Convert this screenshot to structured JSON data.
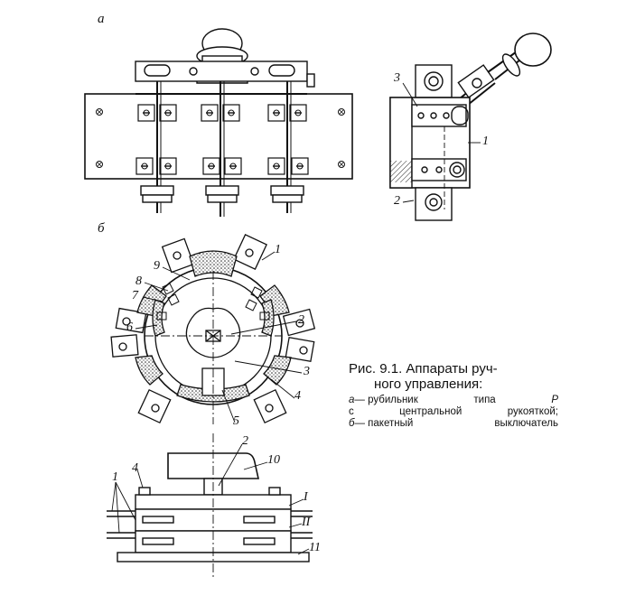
{
  "figure": {
    "panel_labels": {
      "a": "а",
      "b": "б"
    },
    "caption": {
      "title_line1": "Рис. 9.1. Аппараты руч-",
      "title_line2": "ного управления:",
      "item_a": {
        "letter": "а",
        "words_line1": [
          "— рубильник",
          "типа",
          "Р"
        ],
        "words_line2": [
          "с",
          "центральной",
          "рукояткой;"
        ]
      },
      "item_b": {
        "letter": "б",
        "words": [
          "— пакетный",
          "выключатель"
        ]
      }
    },
    "callouts": {
      "side_view": [
        "3",
        "1",
        "2"
      ],
      "packet_top": [
        "1",
        "9",
        "8",
        "7",
        "6",
        "2",
        "3",
        "4",
        "5"
      ],
      "packet_side": [
        "2",
        "10",
        "4",
        "1",
        "I",
        "II",
        "11"
      ]
    }
  }
}
